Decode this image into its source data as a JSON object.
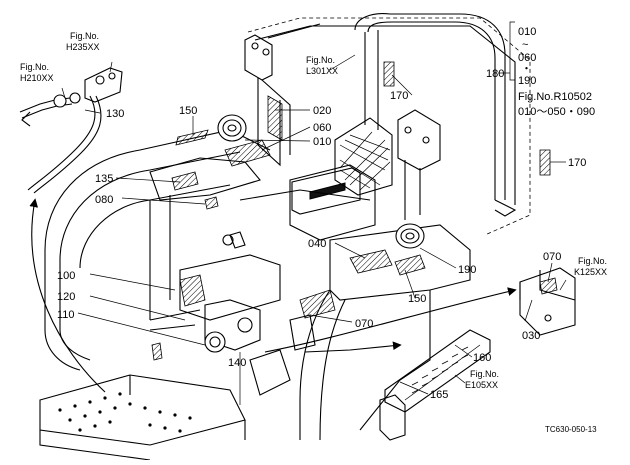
{
  "part_numbers": [
    "010",
    "020",
    "030",
    "040",
    "050",
    "060",
    "070",
    "080",
    "100",
    "110",
    "120",
    "130",
    "135",
    "140",
    "150",
    "160",
    "165",
    "170",
    "180",
    "190"
  ],
  "fig_refs": {
    "h235": [
      "Fig.No.",
      "H235XX"
    ],
    "h210": [
      "Fig.No.",
      "H210XX"
    ],
    "l301": [
      "Fig.No.",
      "L301XX"
    ],
    "k125": [
      "Fig.No.",
      "K125XX"
    ],
    "e105": [
      "Fig.No.",
      "E105XX"
    ]
  },
  "range_note": {
    "lines": [
      "010",
      "~",
      "060",
      "・",
      "190"
    ],
    "fig": "Fig.No.R10502",
    "range": "010～050・090"
  },
  "footer_code": "TC630-050-13"
}
